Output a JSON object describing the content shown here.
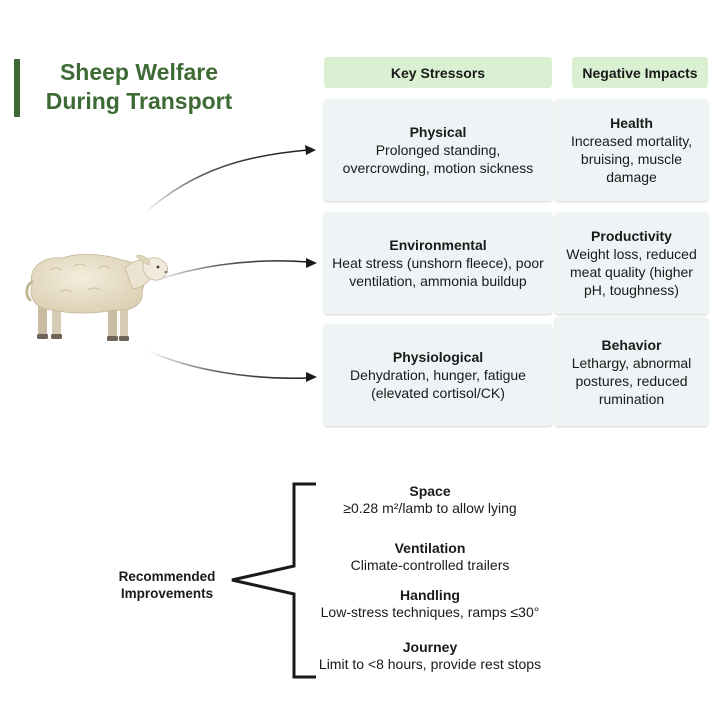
{
  "title": "Sheep Welfare During Transport",
  "headers": {
    "stressors": "Key Stressors",
    "impacts": "Negative Impacts"
  },
  "stressors": [
    {
      "title": "Physical",
      "desc": "Prolonged standing, overcrowding, motion sickness"
    },
    {
      "title": "Environmental",
      "desc": "Heat stress (unshorn fleece), poor ventilation, ammonia buildup"
    },
    {
      "title": "Physiological",
      "desc": "Dehydration, hunger, fatigue (elevated cortisol/CK)"
    }
  ],
  "impacts": [
    {
      "title": "Health",
      "desc": "Increased mortality, bruising, muscle damage"
    },
    {
      "title": "Productivity",
      "desc": "Weight loss, reduced meat quality (higher pH, toughness)"
    },
    {
      "title": "Behavior",
      "desc": "Lethargy, abnormal postures, reduced rumination"
    }
  ],
  "recommended_label": "Recommended Improvements",
  "improvements": [
    {
      "title": "Space",
      "desc": "≥0.28 m²/lamb to allow lying"
    },
    {
      "title": "Ventilation",
      "desc": "Climate-controlled trailers"
    },
    {
      "title": "Handling",
      "desc": "Low-stress techniques, ramps ≤30°"
    },
    {
      "title": "Journey",
      "desc": "Limit to <8 hours, provide rest stops"
    }
  ],
  "icons": {
    "sheep": "sheep-illustration",
    "arrows": "curved-arrow-icon",
    "brace": "left-brace-icon"
  },
  "colors": {
    "title": "#3e6b35",
    "header_bg": "#d9f0d3",
    "cell_bg": "#eef3f5"
  }
}
